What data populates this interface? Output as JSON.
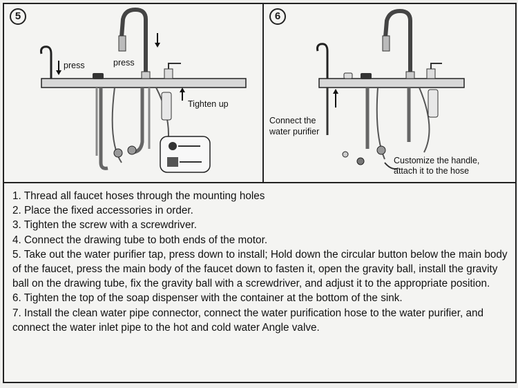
{
  "panel_left": {
    "step_number": "5",
    "label_press_left": "press",
    "label_press_center": "press",
    "label_tighten": "Tighten up"
  },
  "panel_right": {
    "step_number": "6",
    "label_connect_line1": "Connect the",
    "label_connect_line2": "water purifier",
    "label_customize_line1": "Customize the handle,",
    "label_customize_line2": "attach it to the hose"
  },
  "instructions": [
    "1. Thread all faucet hoses through the mounting holes",
    "2. Place the fixed accessories in order.",
    "3. Tighten the screw with a screwdriver.",
    "4. Connect the drawing tube to both ends of the motor.",
    "5. Take out the water purifier tap, press down to install; Hold down the circular button below the main body of the faucet, press the main body of the faucet down to fasten it, open the gravity ball, install the gravity ball on the drawing tube, fix the gravity ball with a screwdriver, and adjust it to the appropriate position.",
    "6. Tighten the top of the soap dispenser with the container at the bottom of the sink.",
    "7. Install the clean water pipe connector, connect the water purification hose to the water purifier, and connect the water inlet pipe to the hot and cold water Angle valve."
  ]
}
